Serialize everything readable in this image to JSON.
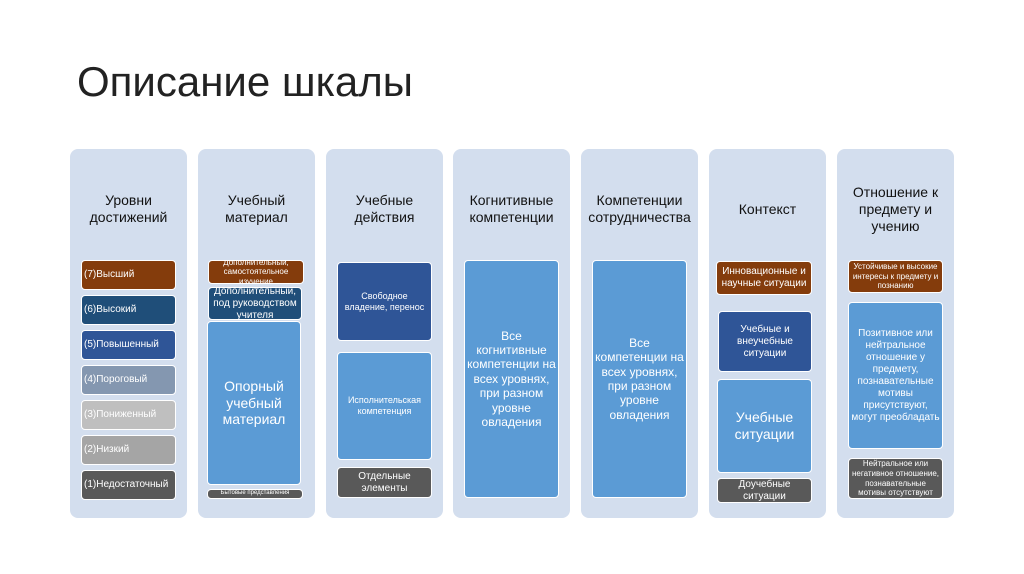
{
  "title": "Описание шкалы",
  "colors": {
    "column_bg": "#d3deee",
    "brown": "#843c0c",
    "navy": "#1f4e79",
    "blue": "#2f5597",
    "light_blue": "#5b9bd5",
    "grey": "#595959"
  },
  "columns": [
    {
      "header": "Уровни достижений",
      "items": [
        "(7)Высший",
        "(6)Высокий",
        "(5)Повышенный",
        "(4)Пороговый",
        "(3)Пониженный",
        "(2)Низкий",
        "(1)Недостаточный"
      ]
    },
    {
      "header": "Учебный материал",
      "items": [
        "Дополнительный, самостоятельное изучение",
        "Дополнительный, под руководством учителя",
        "Опорный учебный материал",
        "Бытовые представления"
      ]
    },
    {
      "header": "Учебные действия",
      "items": [
        "Свободное владение, перенос",
        "Исполнительская компетенция",
        "Отдельные элементы"
      ]
    },
    {
      "header": "Когнитивные компетенции",
      "items": [
        "Все когнитивные компетенции на всех уровнях, при разном уровне овладения"
      ]
    },
    {
      "header": "Компетенции сотрудничества",
      "items": [
        "Все компетенции на всех уровнях, при разном уровне овладения"
      ]
    },
    {
      "header": "Контекст",
      "items": [
        "Инновационные и научные ситуации",
        "Учебные и внеучебные ситуации",
        "Учебные ситуации",
        "Доучебные ситуации"
      ]
    },
    {
      "header": "Отношение к предмету и учению",
      "items": [
        "Устойчивые и высокие интересы к предмету и познанию",
        "Позитивное или нейтральное отношение у предмету, познавательные мотивы присутствуют, могут преобладать",
        "Нейтральное или негативное отношение, познавательные мотивы отсутствуют"
      ]
    }
  ]
}
